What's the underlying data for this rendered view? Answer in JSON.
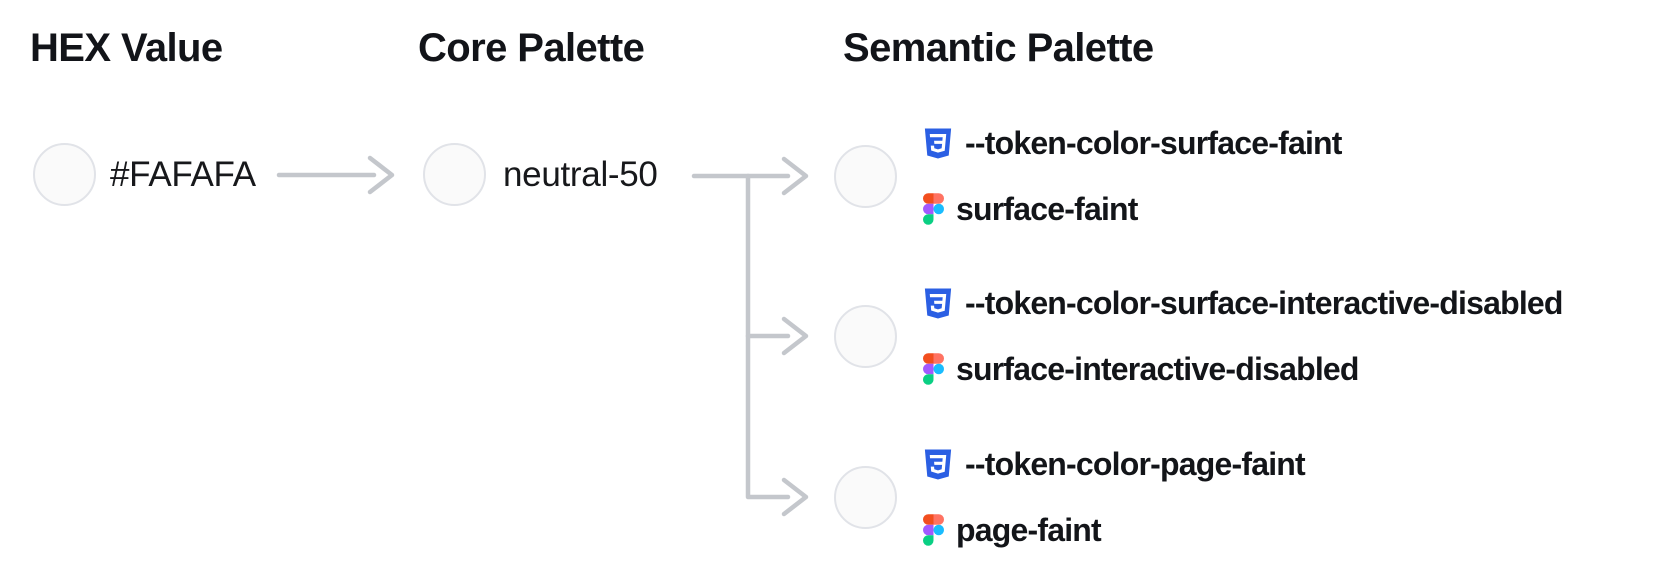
{
  "diagram": {
    "headings": {
      "hex": "HEX Value",
      "core": "Core Palette",
      "semantic": "Semantic Palette"
    },
    "hex": {
      "value": "#FAFAFA"
    },
    "core": {
      "name": "neutral-50"
    },
    "semantic_tokens": [
      {
        "css_variable": "--token-color-surface-faint",
        "figma_style": "surface-faint"
      },
      {
        "css_variable": "--token-color-surface-interactive-disabled",
        "figma_style": "surface-interactive-disabled"
      },
      {
        "css_variable": "--token-color-page-faint",
        "figma_style": "page-faint"
      }
    ],
    "swatch": {
      "fill": "#FAFAFA",
      "border": "#E1E3E8"
    },
    "icons": {
      "css": "css3-shield-icon",
      "figma": "figma-logo-icon"
    },
    "colors": {
      "connector": "#C4C7CC",
      "text": "#17181B",
      "css_icon_blue": "#2B5FE3",
      "figma_red": "#F24E1E",
      "figma_salmon": "#FF7262",
      "figma_purple": "#A259FF",
      "figma_blue": "#1ABCFE",
      "figma_green": "#0ACF83"
    }
  }
}
